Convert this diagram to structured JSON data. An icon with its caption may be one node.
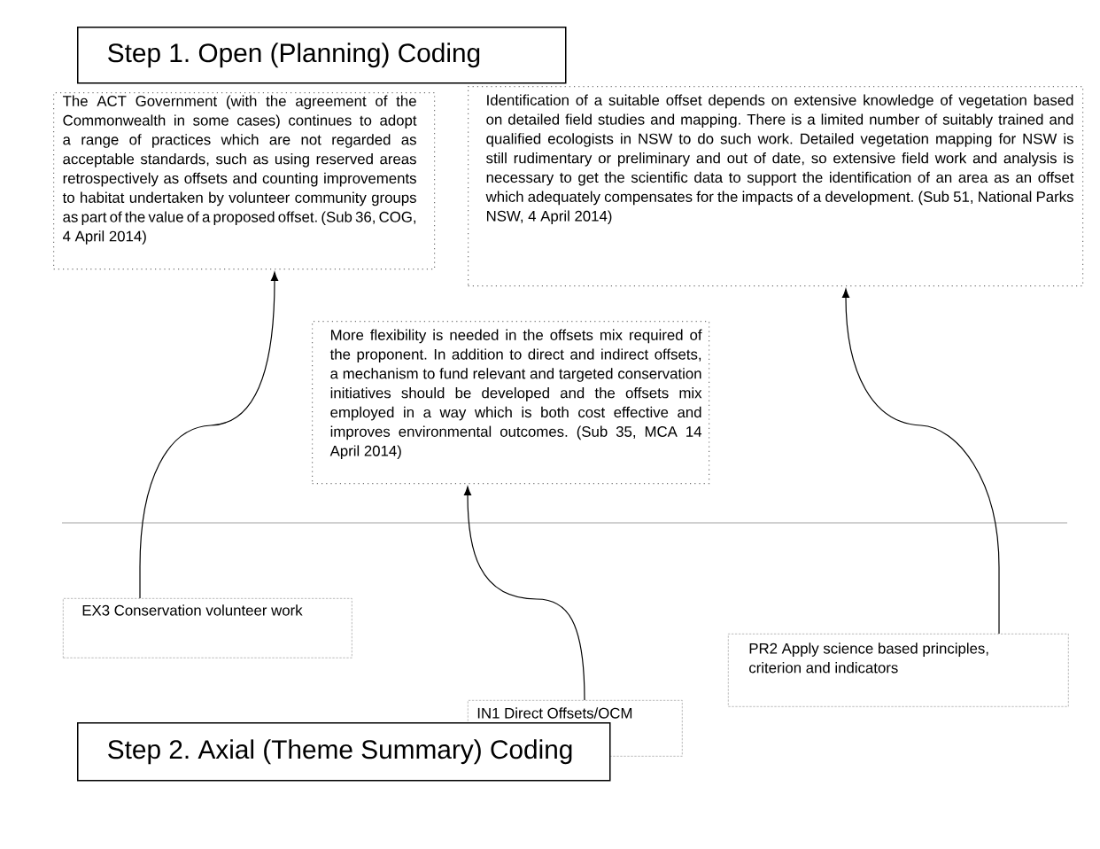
{
  "diagram": {
    "nodes": [
      {
        "text": [
          "Step 1. Open (Planning) Coding"
        ]
      },
      {
        "text": [
          "The ACT Government (with the agreement of the Commonwealth in some cases) continues to adopt a range of practices which are not regarded as acceptable standards, such as using reserved areas retrospectively as offsets and counting improvements to habitat undertaken by volunteer community groups as part of the value of a proposed offset. (Sub 36, COG, 4 April 2014)"
        ]
      },
      {
        "text": [
          "Identification of a suitable offset depends on extensive knowledge of vegetation based on detailed field studies and mapping. There is a limited number of suitably trained and qualified ecologists in NSW to do such work. Detailed vegetation mapping for NSW is still rudimentary or preliminary and out of date, so extensive field work and analysis is necessary to get the scientific data to support the identification of an area as an offset which adequately compensates for the impacts of a development. (Sub 51, National Parks NSW, 4 April 2014)"
        ]
      },
      {
        "text": [
          "More flexibility is needed in the offsets mix required of the proponent. In addition to direct and indirect offsets, a mechanism to fund relevant and targeted conservation initiatives should be developed and the offsets mix employed in a way which is both cost effective and improves environmental outcomes. (Sub 35, MCA 14 April 2014)"
        ]
      },
      {
        "text": [
          "EX3 Conservation volunteer work"
        ]
      },
      {
        "text": [
          "PR2 Apply science based principles, criterion and indicators"
        ]
      },
      {
        "text": [
          "IN1 Direct Offsets/OCM"
        ]
      },
      {
        "text": [
          "Step 2. Axial (Theme Summary) Coding"
        ]
      }
    ],
    "edges": [
      {
        "from": 4,
        "to": 1,
        "arrow": "to"
      },
      {
        "from": 6,
        "to": 3,
        "arrow": "to"
      },
      {
        "from": 5,
        "to": 2,
        "arrow": "to"
      }
    ]
  }
}
